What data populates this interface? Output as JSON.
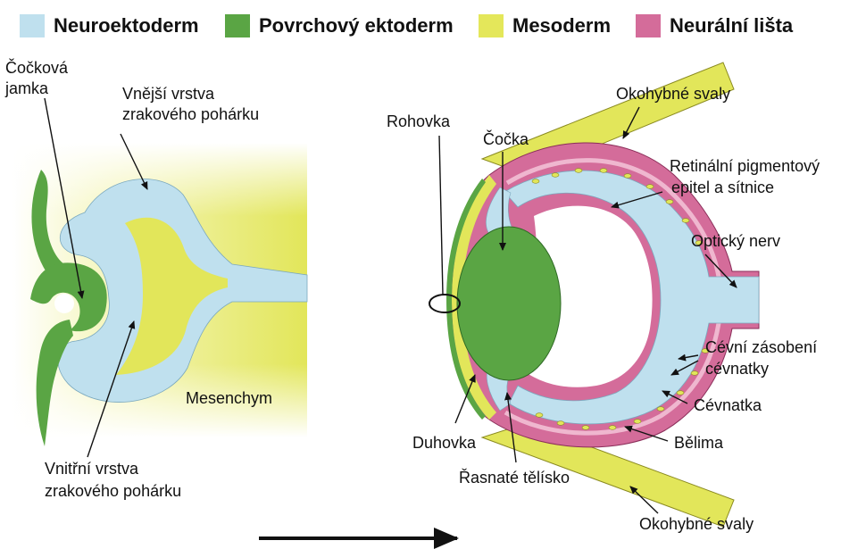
{
  "legend": [
    {
      "label": "Neuroektoderm",
      "color": "#bfe0ee"
    },
    {
      "label": "Povrchový ektoderm",
      "color": "#5aa544"
    },
    {
      "label": "Mesoderm",
      "color": "#e4e75a"
    },
    {
      "label": "Neurální lišta",
      "color": "#d46c9a"
    }
  ],
  "left_labels": {
    "lens_pit_1": "Čočková",
    "lens_pit_2": "jamka",
    "outer_layer_1": "Vnější vrstva",
    "outer_layer_2": "zrakového pohárku",
    "mesenchyme": "Mesenchym",
    "inner_layer_1": "Vnitřní vrstva",
    "inner_layer_2": "zrakového pohárku"
  },
  "right_labels": {
    "extraocular_top": "Okohybné svaly",
    "cornea": "Rohovka",
    "lens": "Čočka",
    "rpe_1": "Retinální pigmentový",
    "rpe_2": "epitel a sítnice",
    "optic_nerve": "Optický nerv",
    "vascular_1": "Cévní zásobení",
    "vascular_2": "cévnatky",
    "choroid": "Cévnatka",
    "sclera": "Bělima",
    "iris": "Duhovka",
    "ciliary": "Řasnaté tělísko",
    "extraocular_bottom": "Okohybné svaly"
  }
}
